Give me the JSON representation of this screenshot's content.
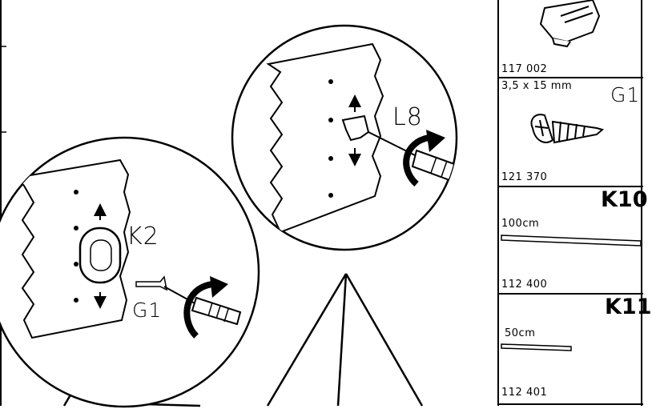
{
  "callout_left": {
    "part_label": "K2",
    "screw_label": "G1"
  },
  "callout_right": {
    "part_label": "L8"
  },
  "parts": [
    {
      "id": "top-fitting",
      "code": "117 002"
    },
    {
      "id": "screw",
      "size": "3,5 x 15 mm",
      "tag": "G1",
      "code": "121 370"
    },
    {
      "id": "rod-long",
      "tag": "K10",
      "length": "100cm",
      "code": "112 400"
    },
    {
      "id": "rod-short",
      "tag": "K11",
      "length": "50cm",
      "code": "112 401"
    }
  ],
  "colors": {
    "ink": "#000000",
    "paper": "#ffffff"
  }
}
